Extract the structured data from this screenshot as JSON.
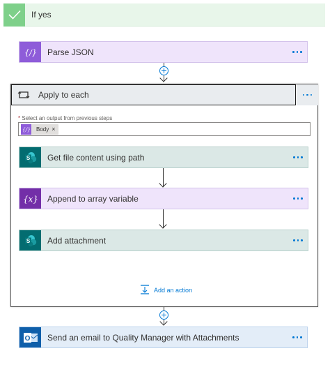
{
  "condition": {
    "label": "If yes"
  },
  "parse_json": {
    "title": "Parse JSON"
  },
  "apply_to_each": {
    "title": "Apply to each",
    "select_label": "Select an output from previous steps",
    "required_mark": "*",
    "token": {
      "label": "Body",
      "remove": "×"
    },
    "actions": [
      {
        "title": "Get file content using path"
      },
      {
        "title": "Append to array variable"
      },
      {
        "title": "Add attachment"
      }
    ],
    "add_action_label": "Add an action"
  },
  "send_email": {
    "title": "Send an email to Quality Manager with Attachments"
  },
  "colors": {
    "accent": "#0078d4",
    "parse_json": "#8e5cd9",
    "sharepoint": "#036c70",
    "variable": "#732ea8",
    "outlook": "#0f5faa",
    "condition": "#7ed08a"
  }
}
